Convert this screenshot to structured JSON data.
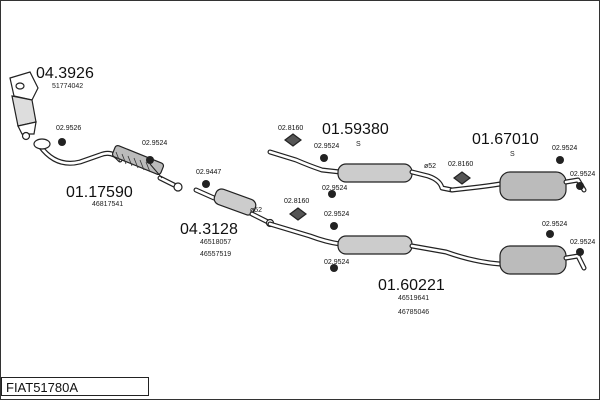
{
  "labels": {
    "catalyst_front_part": "04.3926",
    "catalyst_front_oe": "51774042",
    "front_pipe_part": "01.17590",
    "front_pipe_oe": "46817541",
    "catalyst_mid_part": "04.3128",
    "catalyst_mid_oe1": "46518057",
    "catalyst_mid_oe2": "46557519",
    "mid_silencer_s_part": "01.59380",
    "mid_silencer_s_mark": "S",
    "rear_silencer_s_part": "01.67010",
    "rear_silencer_s_mark": "S",
    "lower_silencer_part": "01.60221",
    "lower_silencer_oe1": "46519641",
    "lower_silencer_oe2": "46785046"
  },
  "mounts": {
    "m1": "02.9526",
    "m2": "02.9524",
    "m3": "02.9447",
    "m4": "02.8160",
    "m5": "02.9524",
    "m6": "02.9524",
    "m7": "02.8160",
    "m8": "02.9524",
    "m9": "02.9524",
    "m10": "02.8160",
    "m11": "02.9524",
    "m12": "02.9524",
    "m13": "02.9524",
    "m14": "02.9524"
  },
  "clamps": {
    "c1": "ø52",
    "c2": "ø52"
  },
  "footer": {
    "code": "FIAT51780A"
  }
}
